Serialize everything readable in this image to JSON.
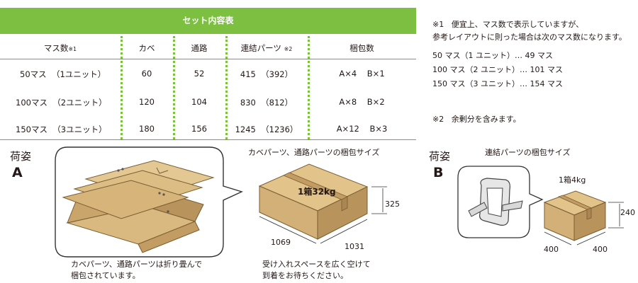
{
  "table": {
    "title": "セット内容表",
    "headers": {
      "masu": "マス数",
      "masu_note": "※1",
      "kabe": "カベ",
      "tsuro": "通路",
      "parts": "連結パーツ",
      "parts_note": "※2",
      "konpo": "梱包数"
    },
    "rows": [
      {
        "masu": "50マス",
        "unit": "（1ユニット）",
        "kabe": "60",
        "tsuro": "52",
        "parts": "415",
        "parts_sub": "（392）",
        "a": "A×4",
        "b": "B×1"
      },
      {
        "masu": "100マス",
        "unit": "（2ユニット）",
        "kabe": "120",
        "tsuro": "104",
        "parts": "830",
        "parts_sub": "（812）",
        "a": "A×8",
        "b": "B×2"
      },
      {
        "masu": "150マス",
        "unit": "（3ユニット）",
        "kabe": "180",
        "tsuro": "156",
        "parts": "1245",
        "parts_sub": "（1236）",
        "a": "A×12",
        "b": "B×3"
      }
    ]
  },
  "notes": {
    "note1_mark": "※1",
    "note1_line1": "便宜上、マス数で表示していますが、",
    "note1_line2": "参考レイアウトに則った場合は次のマス数になります。",
    "layout_lines": [
      "50 マス（1 ユニット）… 49 マス",
      "100 マス（2 ユニット）… 101 マス",
      "150 マス（3 ユニット）… 154 マス"
    ],
    "note2_mark": "※2",
    "note2_text": "余剰分を含みます。"
  },
  "package_a": {
    "label": "荷姿",
    "letter": "A",
    "box_caption": "カベパーツ、通路パーツの梱包サイズ",
    "weight": "1箱32kg",
    "dim_height": "325",
    "dim_depth": "1069",
    "dim_width": "1031",
    "fold_line1": "カベパーツ、通路パーツは折り畳んで",
    "fold_line2": "梱包されています。",
    "space_line1": "受け入れスペースを広く空けて",
    "space_line2": "到着をお待ちください。"
  },
  "package_b": {
    "label": "荷姿",
    "letter": "B",
    "box_caption": "連結パーツの梱包サイズ",
    "weight": "1箱4kg",
    "dim_height": "240",
    "dim_depth": "400",
    "dim_width": "400"
  },
  "colors": {
    "accent_green": "#7cbf41",
    "box_brown": "#d9b97f",
    "box_brown_dark": "#b8935b",
    "box_tape": "#c29c62"
  }
}
